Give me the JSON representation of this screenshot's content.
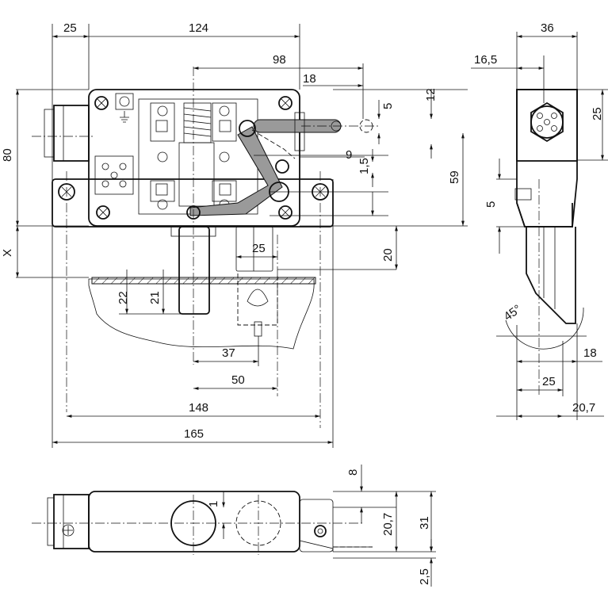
{
  "front_view": {
    "dims": {
      "w25_top": "25",
      "w124": "124",
      "w98": "98",
      "w18": "18",
      "v5": "5",
      "v12": "12",
      "v9": "9",
      "v1_5": "1,5",
      "v59": "59",
      "h80": "80",
      "x_label": "X",
      "v20": "20",
      "w25_mid": "25",
      "v22": "22",
      "v21": "21",
      "w37": "37",
      "w50": "50",
      "w148": "148",
      "w165": "165"
    }
  },
  "side_view": {
    "dims": {
      "w36": "36",
      "w16_5": "16,5",
      "v25": "25",
      "v5": "5",
      "angle": "45°",
      "w18": "18",
      "w25": "25",
      "w20_7": "20,7"
    }
  },
  "bottom_view": {
    "dims": {
      "v8": "8",
      "v1": "1",
      "v20_7": "20,7",
      "v31": "31",
      "v2_5": "2,5"
    }
  }
}
